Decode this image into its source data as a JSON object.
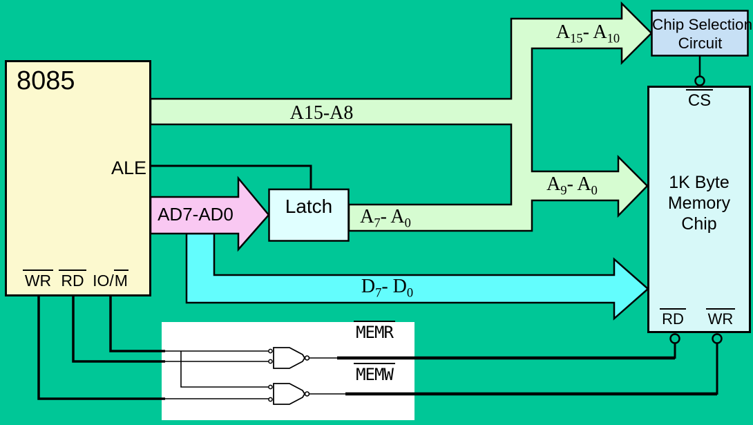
{
  "colors": {
    "background": "#00c797",
    "address_bus": "#d6fcd1",
    "data_bus": "#63fdfd",
    "ad_bus": "#f9c8f2",
    "cpu_box": "#fcf9cf",
    "latch_box": "#e0ffff",
    "chip_select_box": "#c7e0f5",
    "memory_box": "#d7f8f8",
    "gate_panel": "#ffffff"
  },
  "cpu": {
    "title": "8085",
    "ale_label": "ALE",
    "pin_wr": "WR",
    "pin_rd": "RD",
    "pin_iom_base": "IO/",
    "pin_iom_bar": "M"
  },
  "buses": {
    "a15_a8_label": "A15-A8",
    "a15_a10": {
      "b1": "A",
      "s1": "15",
      "mid": "- ",
      "b2": "A",
      "s2": "10"
    },
    "a9_a0": {
      "b1": "A",
      "s1": "9",
      "mid": "- ",
      "b2": "A",
      "s2": "0"
    },
    "a7_a0": {
      "b1": "A",
      "s1": "7",
      "mid": "- ",
      "b2": "A",
      "s2": "0"
    },
    "d7_d0": {
      "b1": "D",
      "s1": "7",
      "mid": "- ",
      "b2": "D",
      "s2": "0"
    },
    "ad7_ad0_label": "AD7-AD0"
  },
  "latch": {
    "label": "Latch"
  },
  "chip_selection": {
    "line1": "Chip Selection",
    "line2": "Circuit"
  },
  "memory": {
    "cs": "CS",
    "name_line1": "1K Byte",
    "name_line2": "Memory",
    "name_line3": "Chip",
    "pin_rd": "RD",
    "pin_wr": "WR"
  },
  "control_signals": {
    "memr": "MEMR",
    "memw": "MEMW"
  }
}
